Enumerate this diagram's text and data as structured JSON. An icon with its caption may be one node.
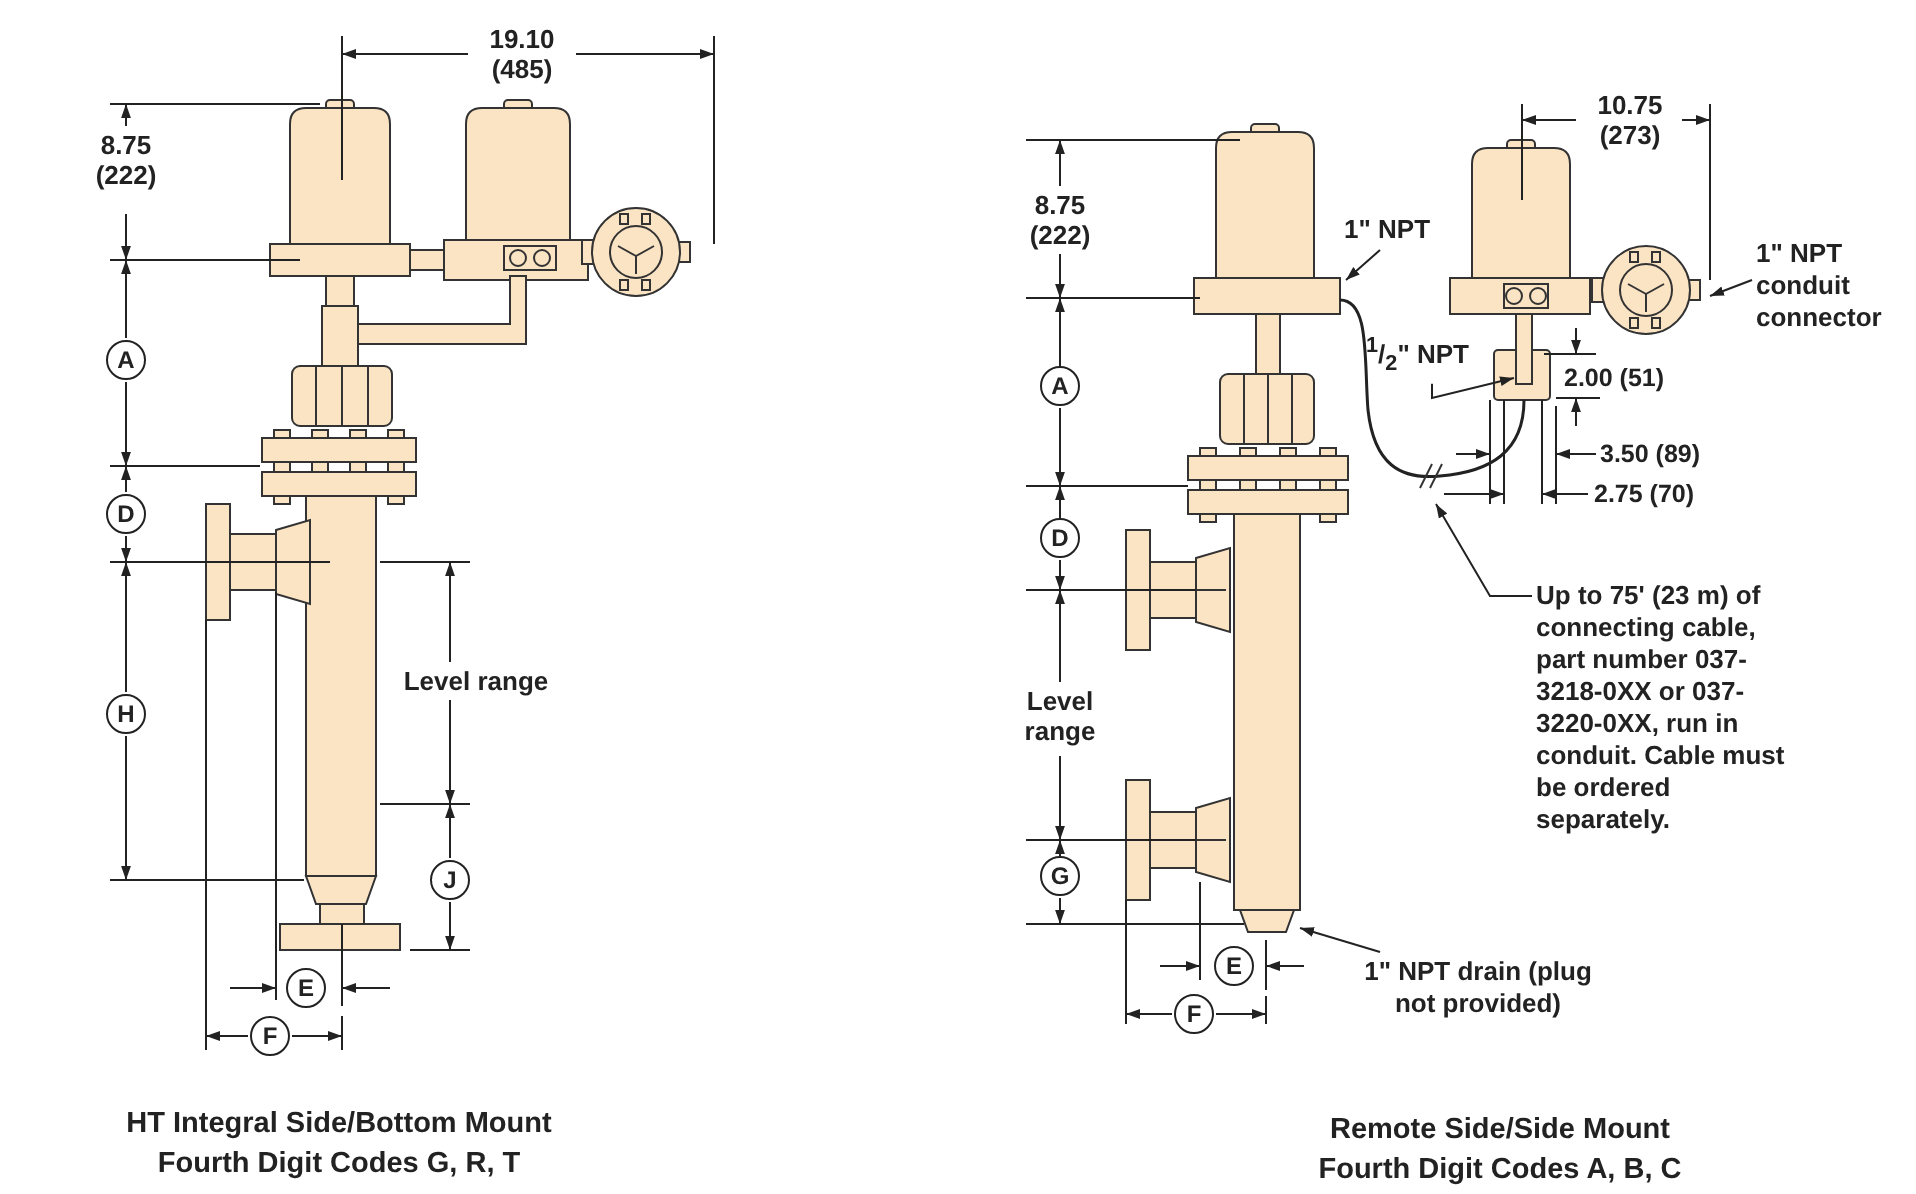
{
  "diagram": {
    "nodes": [
      {
        "text": [
          "1\" NPT"
        ]
      },
      {
        "text": [
          "$^{1}$/$_{2}$\" NPT"
        ]
      },
      {
        "text": [
          "1\" NPT conduit connector"
        ]
      },
      {
        "text": [
          "Up to 75' (23 m) of connecting cable, part number 037-3218-0XX or 037-3220-0XX, run in conduit. Cable must be ordered separately."
        ]
      },
      {
        "text": [
          "1\" NPT drain (plug not provided)"
        ]
      }
    ],
    "edges": [
      {
        "from": 0,
        "to": null,
        "arrow": "to"
      },
      {
        "from": 1,
        "to": null,
        "arrow": "to"
      },
      {
        "from": 2,
        "to": null,
        "arrow": "to"
      },
      {
        "from": 3,
        "to": null,
        "arrow": "to"
      },
      {
        "from": 4,
        "to": null,
        "arrow": "to"
      }
    ],
    "labels": [
      "19.10 (485)",
      "8.75 (222)",
      "A",
      "D",
      "H",
      "Level range",
      "J",
      "E",
      "F",
      "HT Integral Side/Bottom Mount Fourth Digit Codes G, R, T",
      "10.75 (273)",
      "8.75 (222)",
      "A",
      "D",
      "Level range",
      "G",
      "2.00 (51)",
      "3.50 (89)",
      "2.75 (70)",
      "E",
      "F",
      "Remote Side/Side Mount Fourth Digit Codes A, B, C"
    ]
  }
}
